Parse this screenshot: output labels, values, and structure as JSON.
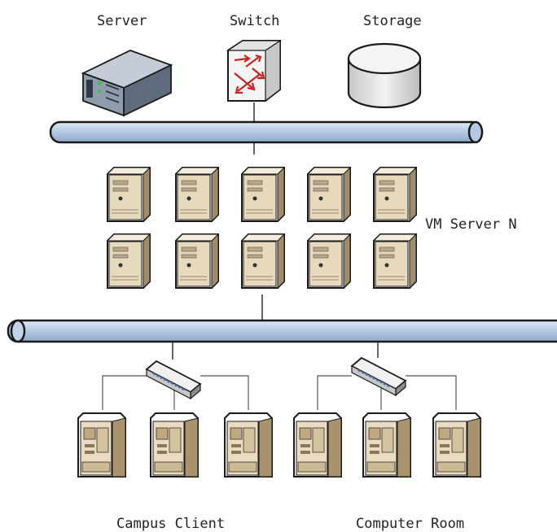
{
  "labels": {
    "server": "Server",
    "switch": "Switch",
    "storage": "Storage",
    "vm_server": "VM Server N",
    "campus_client": "Campus Client",
    "computer_room": "Computer Room"
  },
  "colors": {
    "bus_fill": "#b8cce4",
    "bus_stroke": "#000000",
    "server_box": "#8a98a8",
    "vm_body": "#e8dcc4",
    "vm_side": "#b8a88a",
    "switch_arrow": "#cc2222",
    "storage_fill": "#dcdcdc",
    "wire": "#333333"
  },
  "icons": {
    "server": "rack-server-icon",
    "switch": "network-switch-icon",
    "storage": "storage-cylinder-icon",
    "vm": "tower-server-icon",
    "hub": "hub-icon",
    "client": "desktop-pc-icon"
  }
}
